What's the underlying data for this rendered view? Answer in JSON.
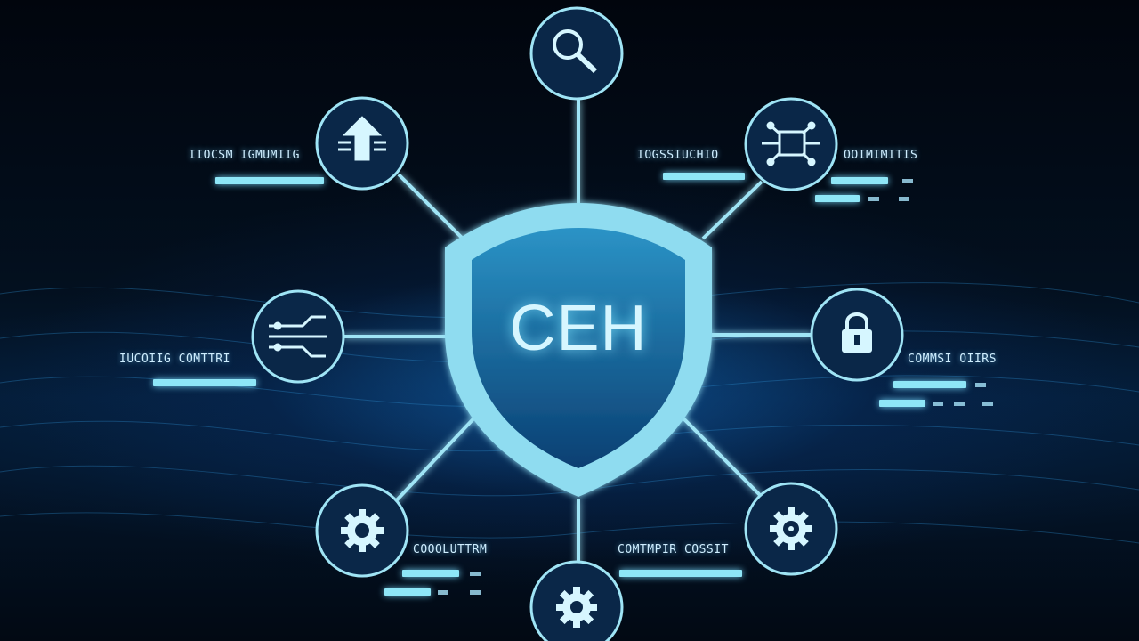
{
  "emblem": {
    "text": "CEH"
  },
  "labels": {
    "top_left": "IIOCSM IGMUMIIG",
    "top_right_a": "IOGSSIUCHIO",
    "top_right_b": "OOIMIMITIS",
    "mid_left": "IUCOIIG COMTTRI",
    "mid_right": "COMMSI OIIRS",
    "bottom_left": "COOOLUTTRM",
    "bottom_right": "COMTMPIR COSSIT"
  },
  "colors": {
    "accent": "#8ee6f7",
    "node_bg": "#0a2748",
    "shield": "#9fe4f5"
  },
  "icons": [
    "search-icon",
    "upload-arrow-icon",
    "chip-icon",
    "circuit-icon",
    "lock-icon",
    "gear-icon",
    "gear-icon",
    "gear-icon"
  ]
}
